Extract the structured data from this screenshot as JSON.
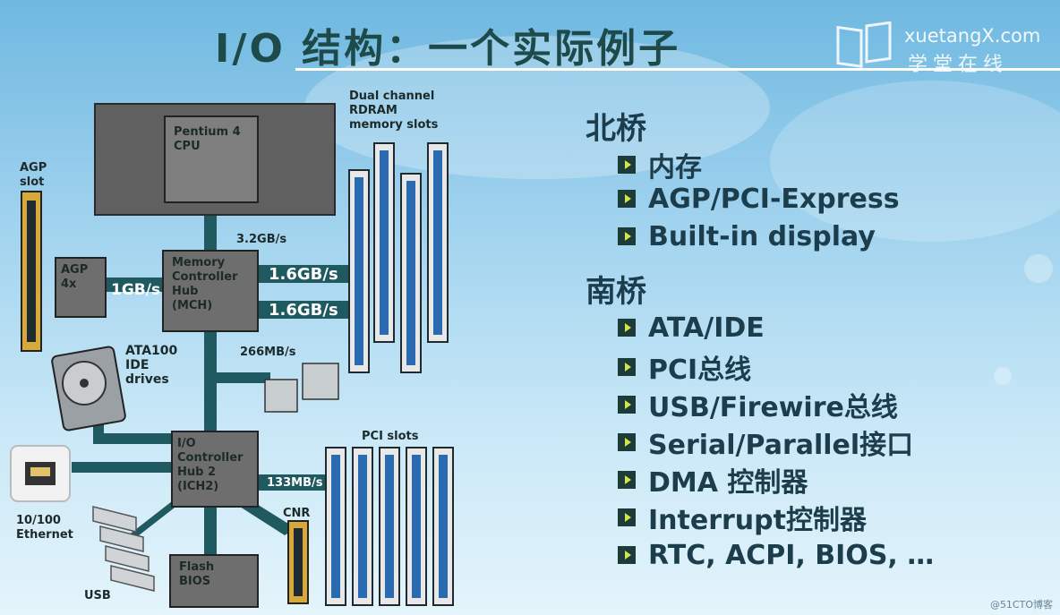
{
  "title": "I/O 结构：一个实际例子",
  "logo": {
    "en": "xuetangX.com",
    "cn": "学堂在线"
  },
  "diagram": {
    "cpu": "Pentium 4\nCPU",
    "agp_slot": "AGP\nslot",
    "agp4x": "AGP\n4x",
    "mch": "Memory\nController\nHub\n(MCH)",
    "rdram": "Dual channel\nRDRAM\nmemory slots",
    "bw_cpu": "3.2GB/s",
    "bw_agp": "1GB/s",
    "bw_mem1": "1.6GB/s",
    "bw_mem2": "1.6GB/s",
    "bw_hub": "266MB/s",
    "ata": "ATA100\nIDE\ndrives",
    "ich": "I/O\nController\nHub 2\n(ICH2)",
    "pci_slots": "PCI slots",
    "bw_pci": "133MB/s",
    "cnr": "CNR",
    "ethernet": "10/100\nEthernet",
    "usb": "USB",
    "flash": "Flash\nBIOS"
  },
  "north": {
    "heading": "北桥",
    "items": [
      "内存",
      "AGP/PCI-Express",
      "Built-in display"
    ]
  },
  "south": {
    "heading": "南桥",
    "items": [
      "ATA/IDE",
      "PCI总线",
      "USB/Firewire总线",
      "Serial/Parallel接口",
      "DMA 控制器",
      "Interrupt控制器",
      "RTC, ACPI, BIOS, …"
    ]
  },
  "watermark": "@51CTO博客"
}
